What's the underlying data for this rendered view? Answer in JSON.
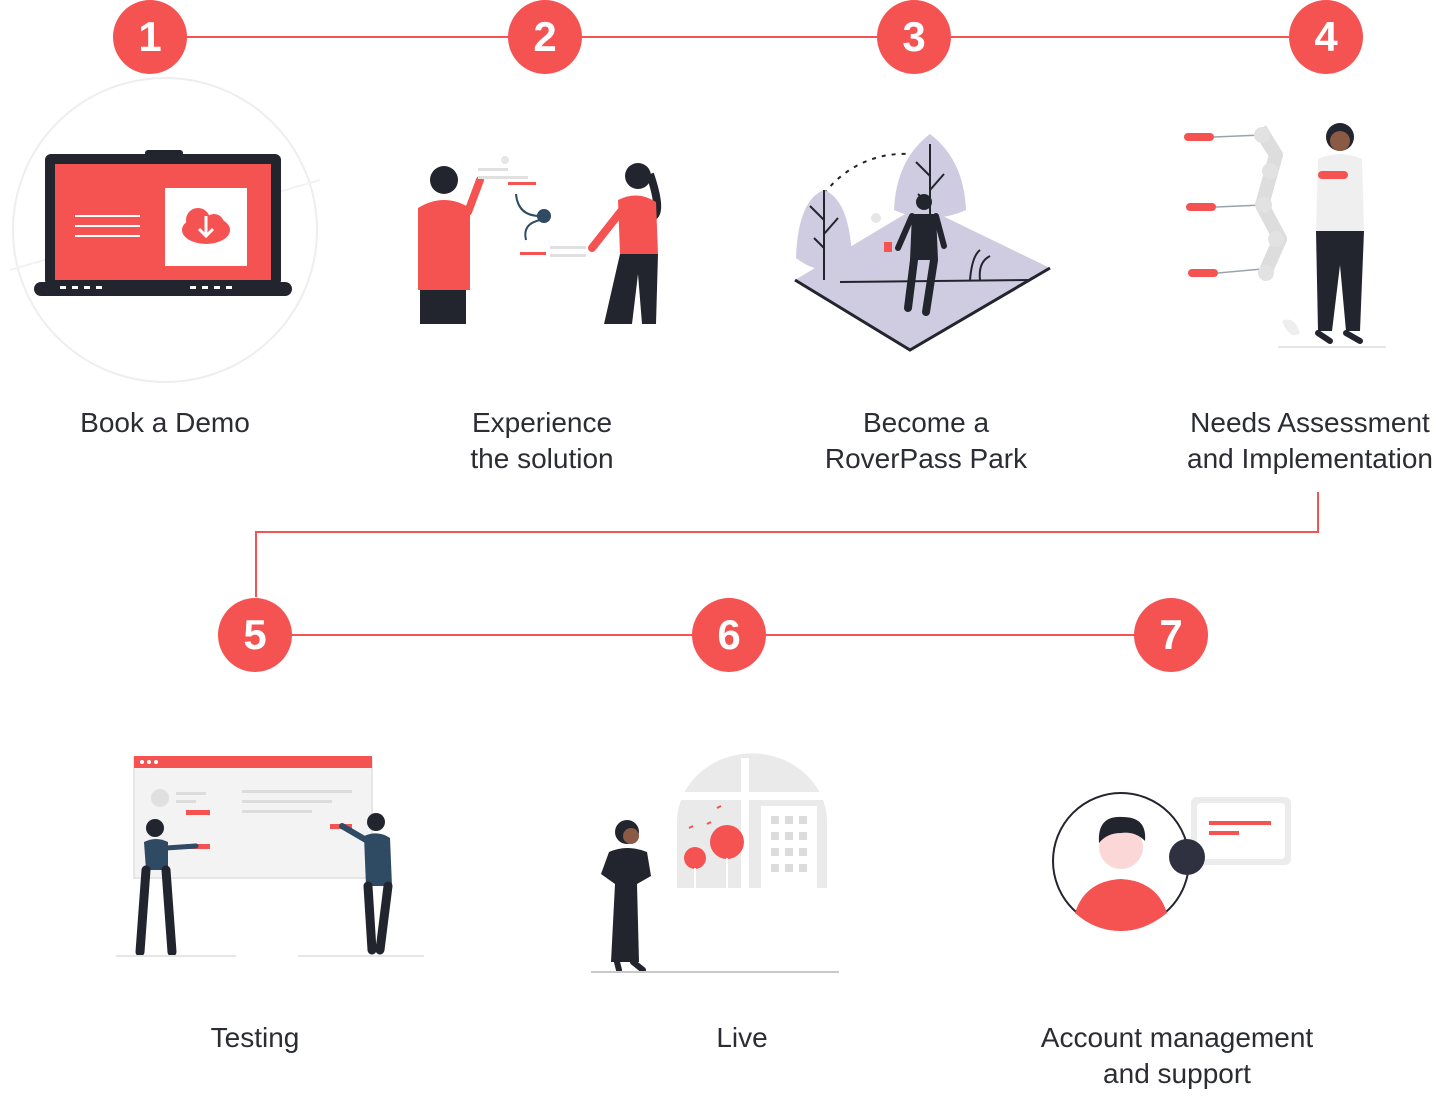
{
  "colors": {
    "accent": "#f55252",
    "dark": "#23252e",
    "navy": "#2f4a63",
    "lavender": "#cfcbe0",
    "light_gray": "#e6e6e6",
    "text": "#2b2d33"
  },
  "steps": [
    {
      "number": "1",
      "lines": [
        "Book a Demo"
      ],
      "icon": "laptop-cloud-download-icon"
    },
    {
      "number": "2",
      "lines": [
        "Experience",
        "the solution"
      ],
      "icon": "two-people-collaborating-icon"
    },
    {
      "number": "3",
      "lines": [
        "Become a",
        "RoverPass Park"
      ],
      "icon": "person-walking-in-park-icon"
    },
    {
      "number": "4",
      "lines": [
        "Needs Assessment",
        "and Implementation"
      ],
      "icon": "woman-with-checklist-icon"
    },
    {
      "number": "5",
      "lines": [
        "Testing"
      ],
      "icon": "people-testing-browser-icon"
    },
    {
      "number": "6",
      "lines": [
        "Live"
      ],
      "icon": "woman-at-window-icon"
    },
    {
      "number": "7",
      "lines": [
        "Account management",
        "and support"
      ],
      "icon": "support-avatar-chat-icon"
    }
  ]
}
